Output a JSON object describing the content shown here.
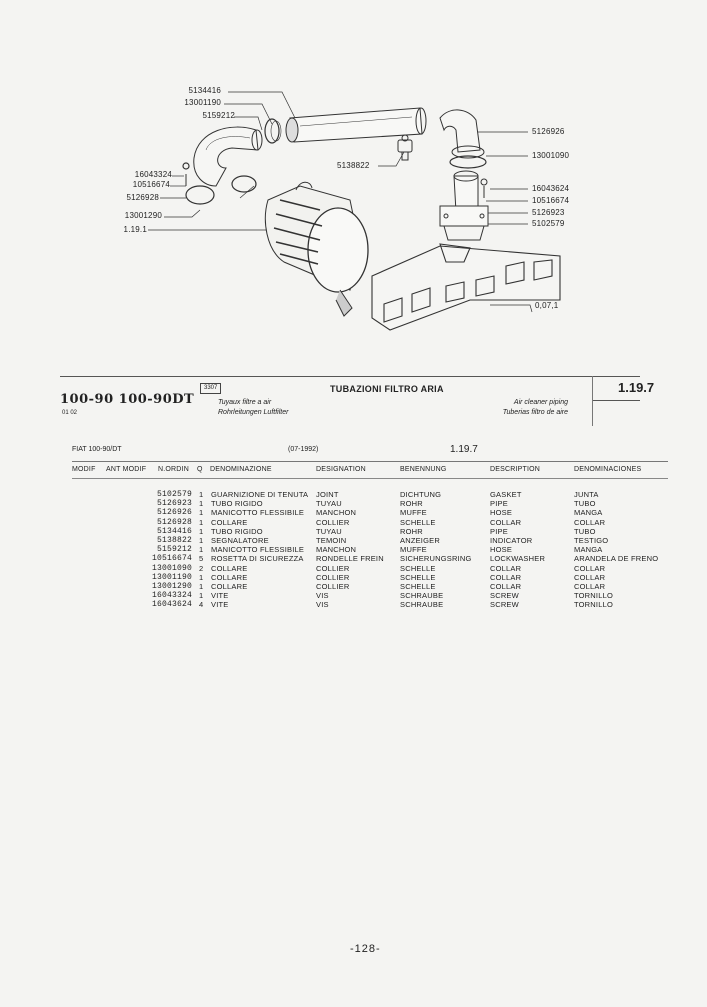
{
  "diagram": {
    "callouts_left": [
      "5134416",
      "13001190",
      "5159212",
      "16043324",
      "10516674",
      "5126928",
      "13001290",
      "1.19.1"
    ],
    "callout_center": "5138822",
    "callouts_right": [
      "5126926",
      "13001090",
      "16043624",
      "10516674",
      "5126923",
      "5102579",
      "0,07,1"
    ]
  },
  "header": {
    "model": "100-90 100-90DT",
    "model_sub": "01 02",
    "code": "3307",
    "title": "TUBAZIONI FILTRO ARIA",
    "fr": "Tuyaux filtre a air",
    "de": "Rohrleitungen Luftfilter",
    "en": "Air cleaner piping",
    "es": "Tuberias filtro de aire",
    "ref": "1.19.7"
  },
  "subheader": {
    "left": "FIAT 100-90/DT",
    "date": "(07-1992)",
    "ref": "1.19.7"
  },
  "table": {
    "columns": [
      "MODIF",
      "ANT MODIF",
      "N.ORDIN",
      "Q",
      "DENOMINAZIONE",
      "DESIGNATION",
      "BENENNUNG",
      "DESCRIPTION",
      "DENOMINACIONES"
    ],
    "rows": [
      {
        "part": "5102579",
        "qty": "1",
        "it": "GUARNIZIONE DI TENUTA",
        "fr": "JOINT",
        "de": "DICHTUNG",
        "en": "GASKET",
        "es": "JUNTA"
      },
      {
        "part": "5126923",
        "qty": "1",
        "it": "TUBO RIGIDO",
        "fr": "TUYAU",
        "de": "ROHR",
        "en": "PIPE",
        "es": "TUBO"
      },
      {
        "part": "5126926",
        "qty": "1",
        "it": "MANICOTTO FLESSIBILE",
        "fr": "MANCHON",
        "de": "MUFFE",
        "en": "HOSE",
        "es": "MANGA"
      },
      {
        "part": "5126928",
        "qty": "1",
        "it": "COLLARE",
        "fr": "COLLIER",
        "de": "SCHELLE",
        "en": "COLLAR",
        "es": "COLLAR"
      },
      {
        "part": "5134416",
        "qty": "1",
        "it": "TUBO RIGIDO",
        "fr": "TUYAU",
        "de": "ROHR",
        "en": "PIPE",
        "es": "TUBO"
      },
      {
        "part": "5138822",
        "qty": "1",
        "it": "SEGNALATORE",
        "fr": "TEMOIN",
        "de": "ANZEIGER",
        "en": "INDICATOR",
        "es": "TESTIGO"
      },
      {
        "part": "5159212",
        "qty": "1",
        "it": "MANICOTTO FLESSIBILE",
        "fr": "MANCHON",
        "de": "MUFFE",
        "en": "HOSE",
        "es": "MANGA"
      },
      {
        "part": "10516674",
        "qty": "5",
        "it": "ROSETTA DI SICUREZZA",
        "fr": "RONDELLE FREIN",
        "de": "SICHERUNGSRING",
        "en": "LOCKWASHER",
        "es": "ARANDELA DE FRENO"
      },
      {
        "part": "13001090",
        "qty": "2",
        "it": "COLLARE",
        "fr": "COLLIER",
        "de": "SCHELLE",
        "en": "COLLAR",
        "es": "COLLAR"
      },
      {
        "part": "13001190",
        "qty": "1",
        "it": "COLLARE",
        "fr": "COLLIER",
        "de": "SCHELLE",
        "en": "COLLAR",
        "es": "COLLAR"
      },
      {
        "part": "13001290",
        "qty": "1",
        "it": "COLLARE",
        "fr": "COLLIER",
        "de": "SCHELLE",
        "en": "COLLAR",
        "es": "COLLAR"
      },
      {
        "part": "16043324",
        "qty": "1",
        "it": "VITE",
        "fr": "VIS",
        "de": "SCHRAUBE",
        "en": "SCREW",
        "es": "TORNILLO"
      },
      {
        "part": "16043624",
        "qty": "4",
        "it": "VITE",
        "fr": "VIS",
        "de": "SCHRAUBE",
        "en": "SCREW",
        "es": "TORNILLO"
      }
    ]
  },
  "footer": {
    "page": "-128-"
  }
}
